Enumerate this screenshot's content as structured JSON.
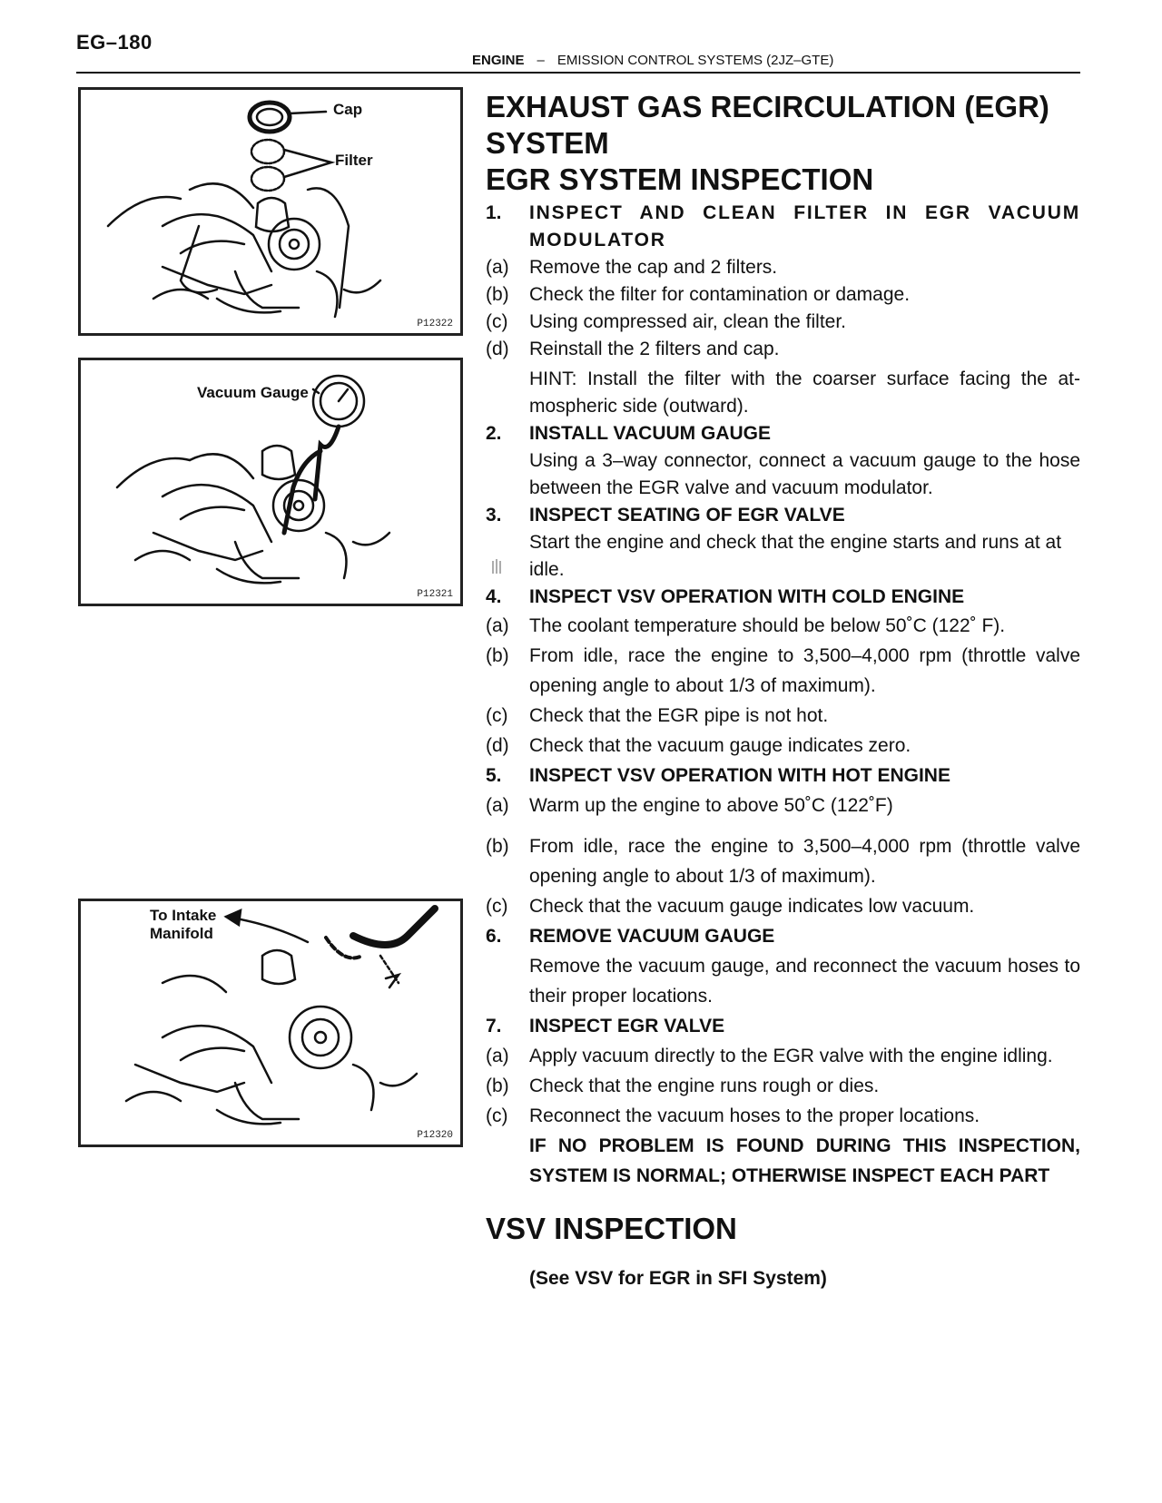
{
  "header": {
    "page_number": "EG–180",
    "section": "ENGINE",
    "separator": "–",
    "subsection": "EMISSION CONTROL SYSTEMS (2JZ–GTE)"
  },
  "figures": [
    {
      "labels": [
        "Cap",
        "Filter"
      ],
      "code": "P12322"
    },
    {
      "labels": [
        "Vacuum Gauge"
      ],
      "code": "P12321"
    },
    {
      "labels": [
        "To Intake",
        "Manifold"
      ],
      "code": "P12320"
    }
  ],
  "content": {
    "title_line1": "EXHAUST GAS RECIRCULATION (EGR)",
    "title_line2": "SYSTEM",
    "title_line3": "EGR SYSTEM INSPECTION",
    "s1": {
      "num": "1.",
      "title": "INSPECT AND CLEAN FILTER IN EGR VACUUM MODULATOR"
    },
    "s1_items": [
      {
        "num": "(a)",
        "text": "Remove the cap and 2 filters."
      },
      {
        "num": "(b)",
        "text": "Check the filter for contamination or damage."
      },
      {
        "num": "(c)",
        "text": "Using compressed air, clean the filter."
      },
      {
        "num": "(d)",
        "text": "Reinstall the 2 filters and cap."
      }
    ],
    "s1_hint": "HINT: Install the filter with the coarser surface facing the at-mospheric side (outward).",
    "s2": {
      "num": "2.",
      "title": "INSTALL VACUUM GAUGE",
      "text": "Using a 3–way connector, connect a vacuum gauge to the hose between the EGR valve and vacuum modulator."
    },
    "s3": {
      "num": "3.",
      "title": "INSPECT SEATING OF EGR VALVE",
      "text": "Start the engine and check that the engine starts and runs at at idle."
    },
    "s4": {
      "num": "4.",
      "title": "INSPECT VSV OPERATION WITH COLD ENGINE"
    },
    "s4_items": [
      {
        "num": "(a)",
        "text": "The coolant temperature should be below 50˚C (122˚ F)."
      },
      {
        "num": "(b)",
        "text": "From idle, race the engine to 3,500–4,000 rpm (throttle valve opening angle to about 1/3 of maximum)."
      },
      {
        "num": "(c)",
        "text": "Check that the EGR pipe is not hot."
      },
      {
        "num": "(d)",
        "text": "Check that the vacuum gauge indicates zero."
      }
    ],
    "s5": {
      "num": "5.",
      "title": "INSPECT VSV OPERATION WITH HOT ENGINE"
    },
    "s5_items": [
      {
        "num": "(a)",
        "text": "Warm up the engine to above 50˚C (122˚F)"
      },
      {
        "num": "(b)",
        "text": "From idle, race the engine to 3,500–4,000 rpm (throttle valve opening angle to about 1/3 of maximum)."
      },
      {
        "num": "(c)",
        "text": "Check that the vacuum gauge indicates low vacuum."
      }
    ],
    "s6": {
      "num": "6.",
      "title": "REMOVE VACUUM GAUGE",
      "text": "Remove the vacuum gauge, and reconnect the vacuum hoses to their proper locations."
    },
    "s7": {
      "num": "7.",
      "title": "INSPECT EGR VALVE"
    },
    "s7_items": [
      {
        "num": "(a)",
        "text": "Apply vacuum directly to the EGR valve with the engine idling."
      },
      {
        "num": "(b)",
        "text": "Check that the engine runs rough or dies."
      },
      {
        "num": "(c)",
        "text": "Reconnect the vacuum hoses to the proper locations."
      }
    ],
    "conclusion": "IF NO PROBLEM IS FOUND DURING THIS INSPECTION, SYSTEM IS NORMAL; OTHERWISE INSPECT EACH PART",
    "vsv_title": "VSV INSPECTION",
    "vsv_ref": "(See VSV for EGR in SFI System)"
  }
}
